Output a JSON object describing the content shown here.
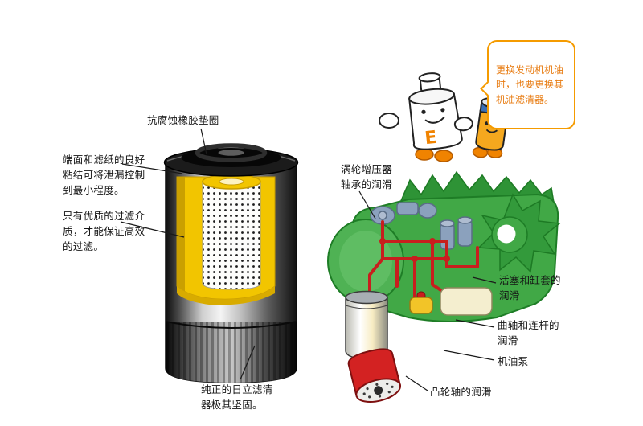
{
  "page": {
    "background": "#ffffff"
  },
  "filter_section": {
    "gasket_label": "抗腐蚀橡胶垫圈",
    "seal_note": "端面和滤纸的良好\n粘结可将泄漏控制\n到最小程度。",
    "media_note": "只有优质的过滤介\n质，才能保证高效\n的过滤。",
    "sturdy_note": "纯正的日立滤清\n器极其坚固。"
  },
  "engine_section": {
    "turbo_label": "涡轮增压器\n轴承的润滑",
    "piston_label": "活塞和缸套的\n润滑",
    "crankshaft_label": "曲轴和连杆的\n润滑",
    "oil_pump_label": "机油泵",
    "camshaft_label": "凸轮轴的润滑"
  },
  "mascot": {
    "speech_text": "更换发动机机油\n时，也要更换其\n机油滤清器。",
    "body_letter": "E"
  },
  "colors": {
    "speech_accent": "#f59b00",
    "speech_text": "#e87d14",
    "engine_green": "#41a846",
    "engine_green_dark": "#1e7d26",
    "oil_line_red": "#c81e1e",
    "filter_yellow": "#f2c500",
    "label_text": "#151515"
  }
}
